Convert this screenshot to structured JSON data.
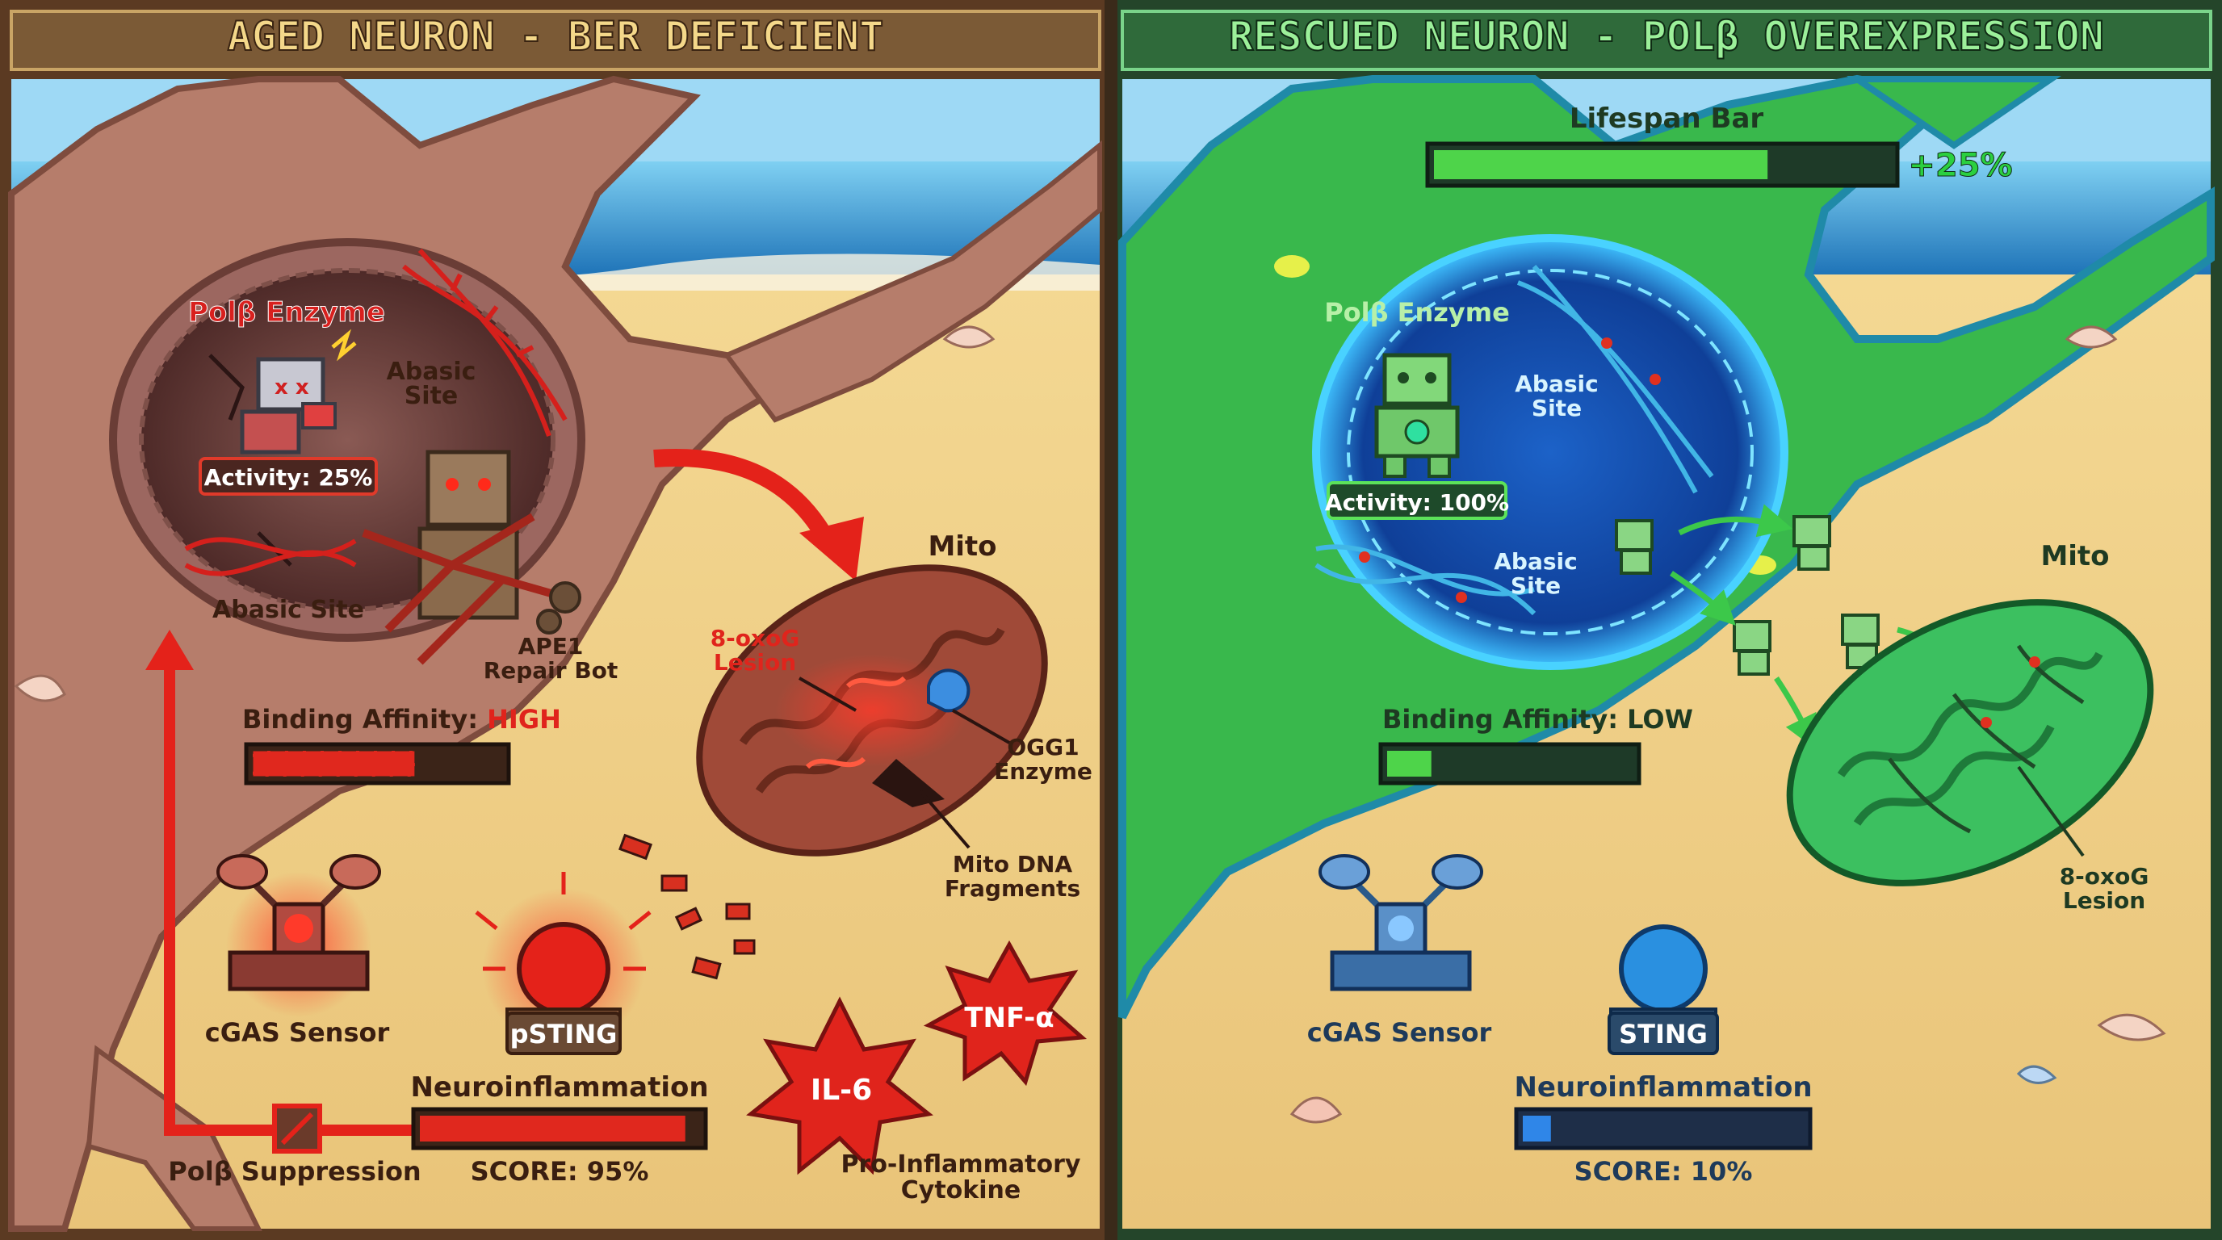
{
  "colors": {
    "aged_accent": "#e02a20",
    "rescued_accent": "#37d05a",
    "label_text": "#3a1e10",
    "sand": "#f0d48e",
    "sea": "#2f86c9"
  },
  "left_panel": {
    "title": "AGED NEURON - BER DEFICIENT",
    "pol_label": "Polβ Enzyme",
    "activity_text": "Activity: 25%",
    "activity_value": 0.25,
    "abasic_top_line1": "Abasic",
    "abasic_top_line2": "Site",
    "abasic_bottom": "Abasic Site",
    "ape1_line1": "APE1",
    "ape1_line2": "Repair Bot",
    "binding_prefix": "Binding Affinity: ",
    "binding_value": "HIGH",
    "binding_level": 0.65,
    "mito_label": "Mito",
    "lesion_line1": "8-oxoG",
    "lesion_line2": "Lesion",
    "ogg1_line1": "OGG1",
    "ogg1_line2": "Enzyme",
    "fragments_line1": "Mito DNA",
    "fragments_line2": "Fragments",
    "cgas_label": "cGAS Sensor",
    "sting_label": "pSTING",
    "neuro_label": "Neuroinflammation",
    "neuro_level": 0.95,
    "score_text": "SCORE: 95%",
    "suppression_label": "Polβ Suppression",
    "cytokine_il6": "IL-6",
    "cytokine_tnf": "TNF-α",
    "cytokine_line1": "Pro-Inflammatory",
    "cytokine_line2": "Cytokine"
  },
  "right_panel": {
    "title": "RESCUED NEURON - POLβ OVEREXPRESSION",
    "lifespan_label": "Lifespan Bar",
    "lifespan_bonus": "+25%",
    "lifespan_level": 0.73,
    "pol_label": "Polβ Enzyme",
    "activity_text": "Activity: 100%",
    "activity_value": 1.0,
    "abasic_top_line1": "Abasic",
    "abasic_top_line2": "Site",
    "abasic_bottom_line1": "Abasic",
    "abasic_bottom_line2": "Site",
    "binding_prefix": "Binding Affinity: ",
    "binding_value": "LOW",
    "binding_level": 0.18,
    "mito_label": "Mito",
    "lesion_line1": "8-oxoG",
    "lesion_line2": "Lesion",
    "cgas_label": "cGAS Sensor",
    "sting_label": "STING",
    "neuro_label": "Neuroinflammation",
    "neuro_level": 0.1,
    "score_text": "SCORE: 10%"
  }
}
